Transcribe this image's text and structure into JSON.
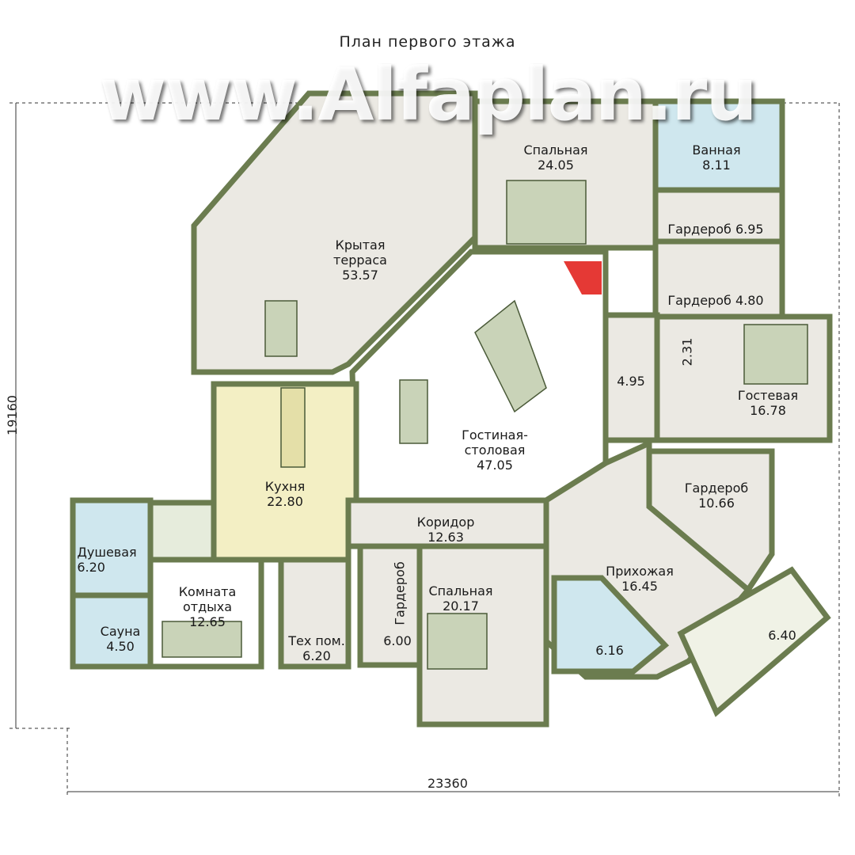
{
  "title": "План первого этажа",
  "dimensions": {
    "height": "19160",
    "width": "23360"
  },
  "watermark": "www.Alfaplan.ru",
  "rooms": {
    "terrace": {
      "name": "Крытая\nтерраса",
      "area": "53.57"
    },
    "bedroom1": {
      "name": "Спальная",
      "area": "24.05"
    },
    "bathroom": {
      "name": "Ванная",
      "area": "8.11"
    },
    "wardrobe1": {
      "name": "Гардероб",
      "area": "6.95"
    },
    "wardrobe2": {
      "name": "Гардероб",
      "area": "4.80"
    },
    "hall_small": {
      "area": "4.95"
    },
    "small_room": {
      "area": "2.31"
    },
    "guest": {
      "name": "Гостевая",
      "area": "16.78"
    },
    "living": {
      "name": "Гостиная-\nстоловая",
      "area": "47.05"
    },
    "kitchen": {
      "name": "Кухня",
      "area": "22.80"
    },
    "corridor": {
      "name": "Коридор",
      "area": "12.63"
    },
    "wardrobe3": {
      "name": "Гардероб",
      "area": "10.66"
    },
    "entrance": {
      "name": "Прихожая",
      "area": "16.45"
    },
    "shower": {
      "name": "Душевая",
      "area": "6.20"
    },
    "sauna": {
      "name": "Сауна",
      "area": "4.50"
    },
    "rest": {
      "name": "Комната\nотдыха",
      "area": "12.65"
    },
    "tech": {
      "name": "Тех пом.",
      "area": "6.20"
    },
    "wardrobe4": {
      "name": "Гардероб",
      "area": "6.00"
    },
    "bedroom2": {
      "name": "Спальная",
      "area": "20.17"
    },
    "wc": {
      "area": "6.16"
    },
    "porch": {
      "area": "6.40"
    }
  },
  "colors": {
    "wall": "#6b7c4f",
    "floor": "#ebe9e3",
    "kitchen": "#f3efc4",
    "wet": "#cfe7ee",
    "living": "#ffffff"
  }
}
